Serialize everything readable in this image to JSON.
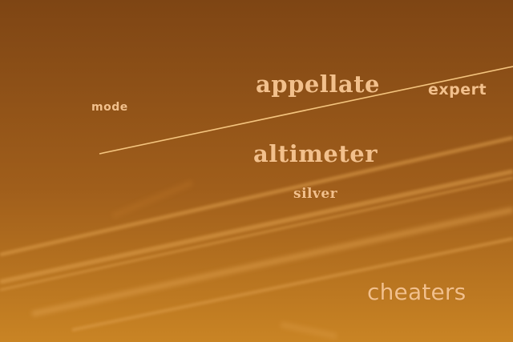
{
  "colors": {
    "sky_top": "#7e4514",
    "sky_mid": "#a05e1b",
    "sky_bottom": "#c98424",
    "contrail": "#e0a04e",
    "plane_streak": "#f4c47e",
    "text": "#f2c08c"
  },
  "words": {
    "mode": "mode",
    "appellate": "appellate",
    "expert": "expert",
    "altimeter": "altimeter",
    "silver": "silver",
    "cheaters": "cheaters"
  }
}
